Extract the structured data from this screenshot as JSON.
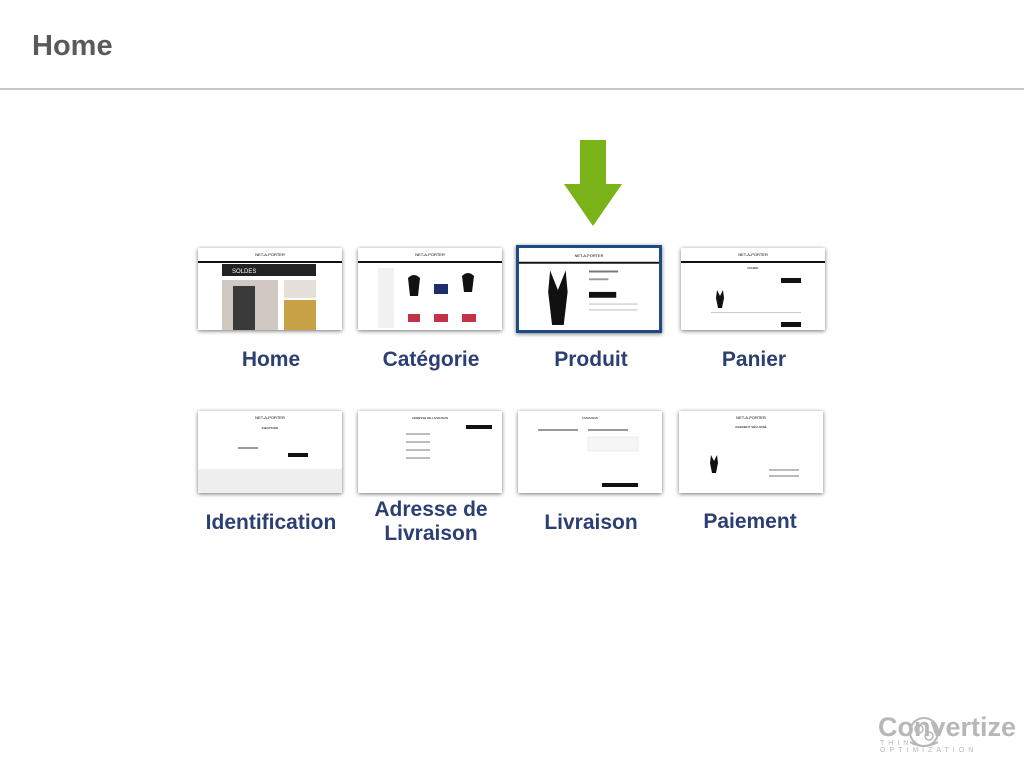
{
  "slide": {
    "title": "Home"
  },
  "steps": [
    {
      "label": "Home"
    },
    {
      "label": "Catégorie"
    },
    {
      "label": "Produit"
    },
    {
      "label": "Panier"
    },
    {
      "label": "Identification"
    },
    {
      "label": "Adresse de Livraison"
    },
    {
      "label": "Livraison"
    },
    {
      "label": "Paiement"
    }
  ],
  "highlight": {
    "step_index": 2,
    "arrow_color": "#7ab317",
    "frame_color": "#1e4a86"
  },
  "brand": {
    "name": "Convertize",
    "tagline": "THINK OPTIMIZATION"
  },
  "thumbnail_text": {
    "store_name": "NET-A-PORTER",
    "sale_banner": "SOLDES",
    "panier_heading": "PANIER",
    "identification_heading": "IDENTIFIER",
    "adresse_heading": "ADRESSE DE LIVRAISON",
    "livraison_heading": "LIVRAISON",
    "paiement_heading": "PAIEMENT SÉCURISÉ"
  },
  "colors": {
    "label": "#2b3f73",
    "title": "#5a5a5a"
  }
}
